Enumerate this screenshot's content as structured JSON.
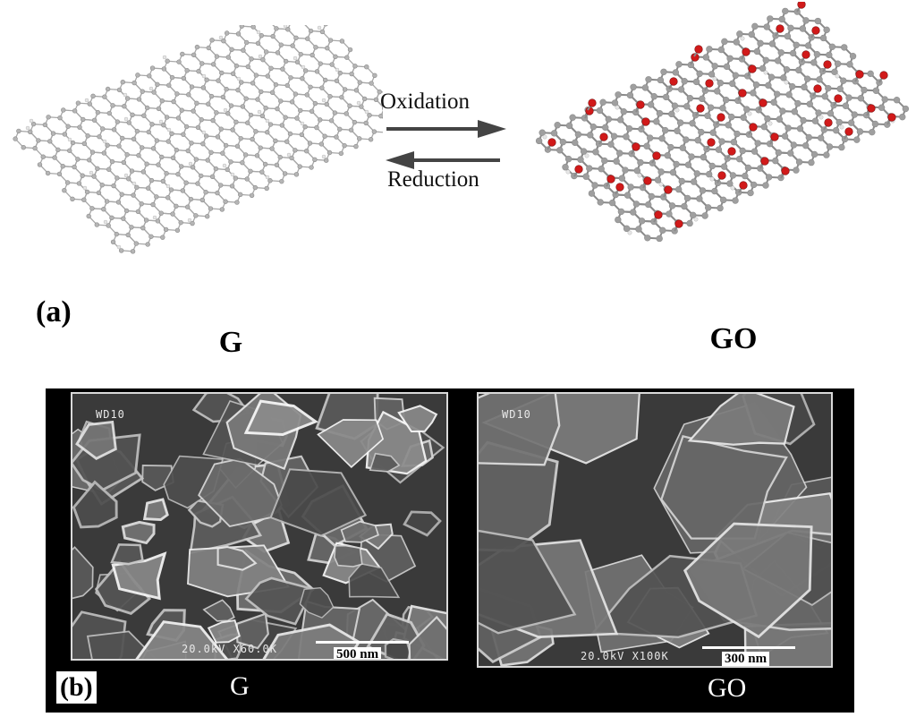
{
  "panel_a": {
    "letter": "(a)",
    "oxidation_label": "Oxidation",
    "reduction_label": "Reduction",
    "left_molecule_label": "G",
    "right_molecule_label": "GO",
    "colors": {
      "carbon": "#b5b5b5",
      "hydrogen": "#e6e6e6",
      "oxygen": "#d11a1a",
      "arrow": "#444444"
    }
  },
  "panel_b": {
    "letter": "(b)",
    "left_caption": "G",
    "right_caption": "GO",
    "left_image": {
      "corner_text": "WD10",
      "info_text": "20.0kV  X60.0K",
      "scale_text": "500 nm"
    },
    "right_image": {
      "corner_text": "WD10",
      "info_text": "20.0kV  X100K",
      "scale_text": "300 nm"
    }
  }
}
